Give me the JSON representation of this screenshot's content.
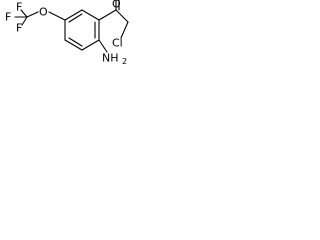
{
  "molecule": {
    "labels": {
      "trifluoromethyl_group": "F",
      "ether_oxygen": "O",
      "carbonyl_oxygen": "O",
      "chlorine": "Cl",
      "amine": "NH",
      "amine_subscript": "2"
    },
    "colors": {
      "bond": "#000000",
      "label": "#000000",
      "background": "#ffffff"
    }
  }
}
